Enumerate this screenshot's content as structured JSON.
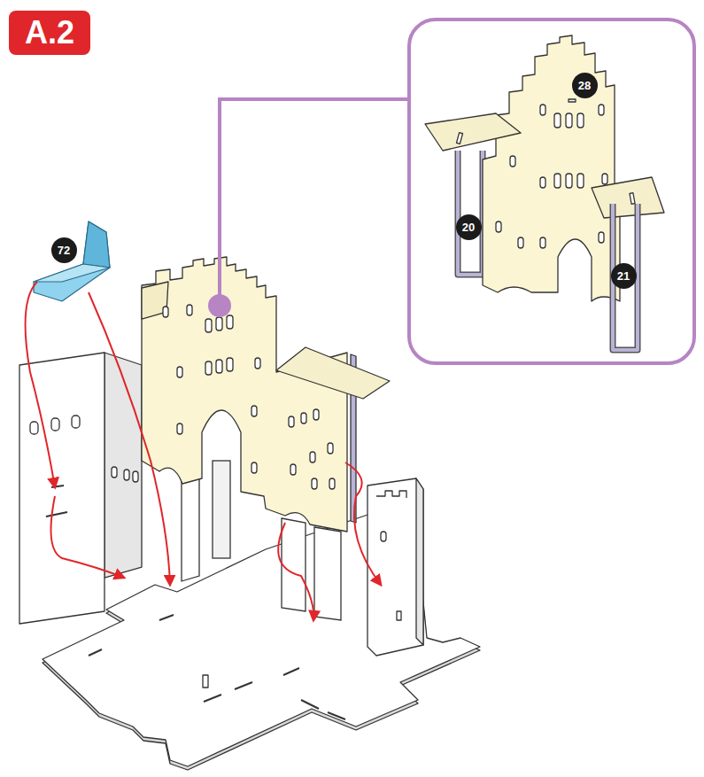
{
  "diagram": {
    "title": "A.2",
    "labels": [
      "72",
      "28",
      "20",
      "21"
    ]
  }
}
